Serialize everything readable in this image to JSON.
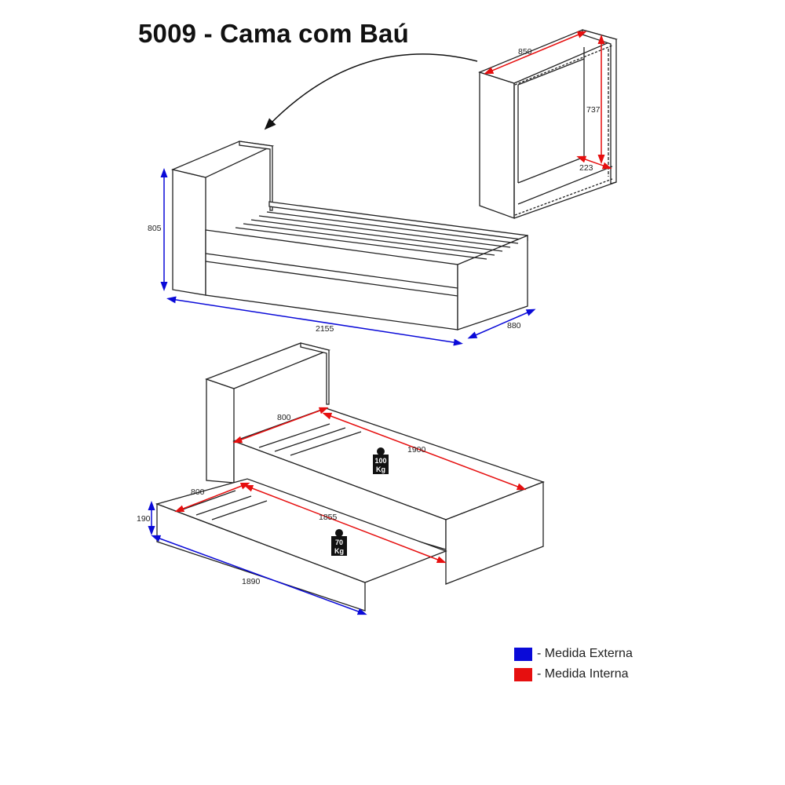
{
  "title": "5009 - Cama com Baú",
  "colors": {
    "external": "#0a0ad8",
    "internal": "#e60f0f",
    "outline": "#222222"
  },
  "headboard_detail": {
    "width": "850",
    "height": "737",
    "depth": "223"
  },
  "bed_external": {
    "height": "805",
    "length": "2155",
    "width": "880"
  },
  "bed_internal": {
    "width": "800",
    "length": "1900",
    "weight_capacity_value": "100",
    "weight_capacity_unit": "Kg"
  },
  "trundle": {
    "internal_width": "800",
    "internal_length": "1855",
    "external_height": "190",
    "external_length": "1890",
    "weight_capacity_value": "70",
    "weight_capacity_unit": "Kg"
  },
  "legend": {
    "items": [
      {
        "label": "- Medida Externa",
        "color": "#0a0ad8"
      },
      {
        "label": "- Medida Interna",
        "color": "#e60f0f"
      }
    ]
  }
}
